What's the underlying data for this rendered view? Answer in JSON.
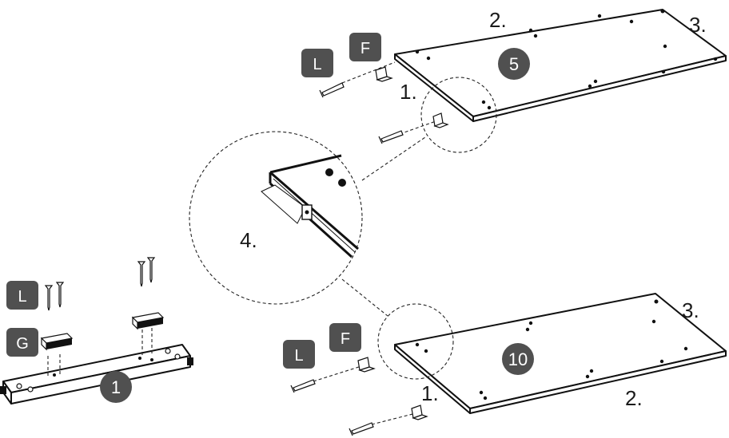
{
  "parts": {
    "shelf_top": "5",
    "shelf_bottom": "10",
    "rail": "1"
  },
  "hardware": {
    "screw": "L",
    "bracket": "F",
    "block": "G"
  },
  "steps": {
    "one": "1.",
    "two": "2.",
    "three": "3.",
    "four": "4."
  },
  "colors": {
    "badge": "#505050",
    "line": "#111111"
  }
}
